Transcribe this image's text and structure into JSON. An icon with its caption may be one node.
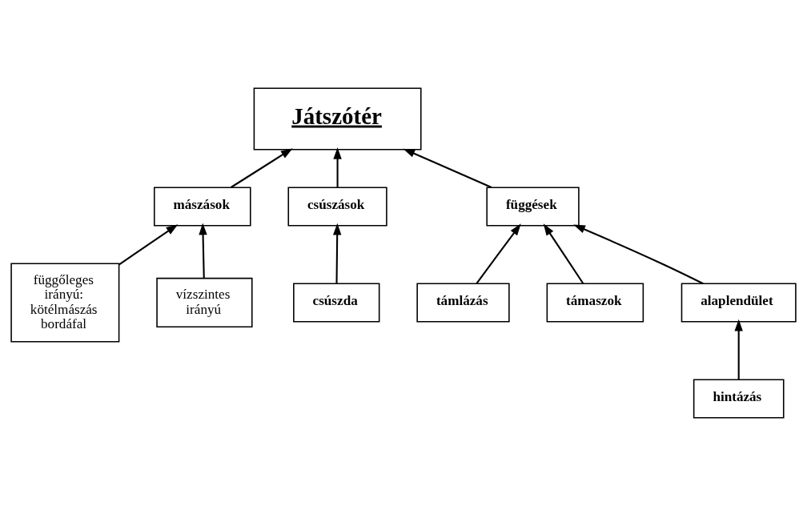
{
  "diagram": {
    "nodes": [
      {
        "text": [
          "függőleges irányú: kötélmászás bordáfal"
        ]
      },
      {
        "text": [
          "mászások"
        ]
      },
      {
        "text": [
          "vízszintes irányú"
        ]
      },
      {
        "text": [
          "Játszótér"
        ]
      },
      {
        "text": [
          "csúszások"
        ]
      },
      {
        "text": [
          "támlázás"
        ]
      },
      {
        "text": [
          "függések"
        ]
      },
      {
        "text": [
          "támaszok"
        ]
      },
      {
        "text": [
          "csúszda"
        ]
      },
      {
        "text": [
          "alaplendület"
        ]
      },
      {
        "text": [
          "hintázás"
        ]
      }
    ],
    "edges": [
      {
        "from": 0,
        "to": 1,
        "arrow": "to"
      },
      {
        "from": 2,
        "to": 1,
        "arrow": "to"
      },
      {
        "from": 1,
        "to": 3,
        "arrow": "to"
      },
      {
        "from": 4,
        "to": 3,
        "arrow": "to"
      },
      {
        "from": 6,
        "to": 3,
        "arrow": "to"
      },
      {
        "from": 5,
        "to": 6,
        "arrow": "to"
      },
      {
        "from": 7,
        "to": 6,
        "arrow": "to"
      },
      {
        "from": 8,
        "to": 4,
        "arrow": "to"
      },
      {
        "from": 9,
        "to": 6,
        "arrow": "to"
      },
      {
        "from": 10,
        "to": 9,
        "arrow": "to"
      }
    ]
  }
}
